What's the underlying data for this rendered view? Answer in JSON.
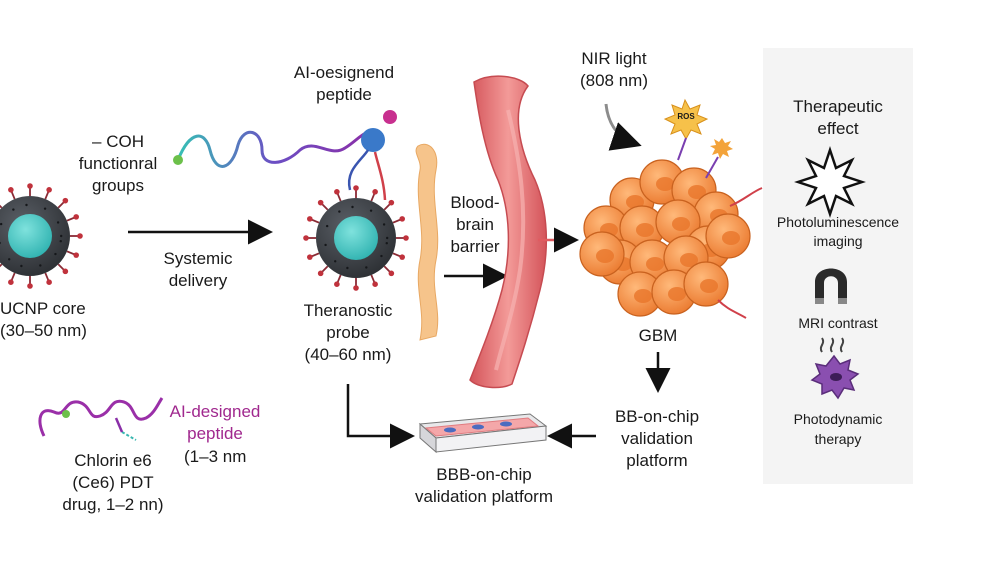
{
  "labels": {
    "ucnp_core": [
      "UCNP core",
      "(30–50 nm)"
    ],
    "coh_groups": [
      "– COH",
      "functionral",
      "groups"
    ],
    "ai_peptide_top": [
      "AI-oesignend",
      "peptide"
    ],
    "systemic_delivery": [
      "Systemic",
      "delivery"
    ],
    "theranostic_probe": [
      "Theranostic",
      "probe",
      "(40–60 nm)"
    ],
    "bbb": [
      "Blood-",
      "brain",
      "barrier"
    ],
    "nir_light": [
      "NIR light",
      "(808 nm)"
    ],
    "ros": "ROS",
    "gbm": "GBM",
    "bb_on_chip": [
      "BB-on-chip",
      "validation",
      "platform"
    ],
    "bbb_on_chip": [
      "BBB-on-chip",
      "validation platform"
    ],
    "chlorin": [
      "Chlorin e6",
      "(Ce6) PDT",
      "drug, 1–2 nn)"
    ],
    "ai_designed_peptide": [
      "AI-designed",
      "peptide"
    ],
    "peptide_size": "(1–3 nm"
  },
  "effects_panel": {
    "title": [
      "Therapeutic",
      "effect"
    ],
    "items": [
      {
        "icon": "star-burst-icon",
        "label": [
          "Photoluminescence",
          "imaging"
        ]
      },
      {
        "icon": "magnet-icon",
        "label": [
          "MRI contrast"
        ]
      },
      {
        "icon": "heat-cell-icon",
        "label": [
          "Photodynamic",
          "therapy"
        ]
      }
    ]
  },
  "colors": {
    "nanoparticle_shell": "#3b3f44",
    "nanoparticle_core": "#4fc9c8",
    "spike": "#c0323c",
    "vessel": "#e6676b",
    "membrane": "#f6c48b",
    "tumor": "#f08a3a",
    "peptide_purple": "#8a3fb0",
    "peptide_teal": "#3ab7b0",
    "panel_bg": "#f4f4f4"
  }
}
